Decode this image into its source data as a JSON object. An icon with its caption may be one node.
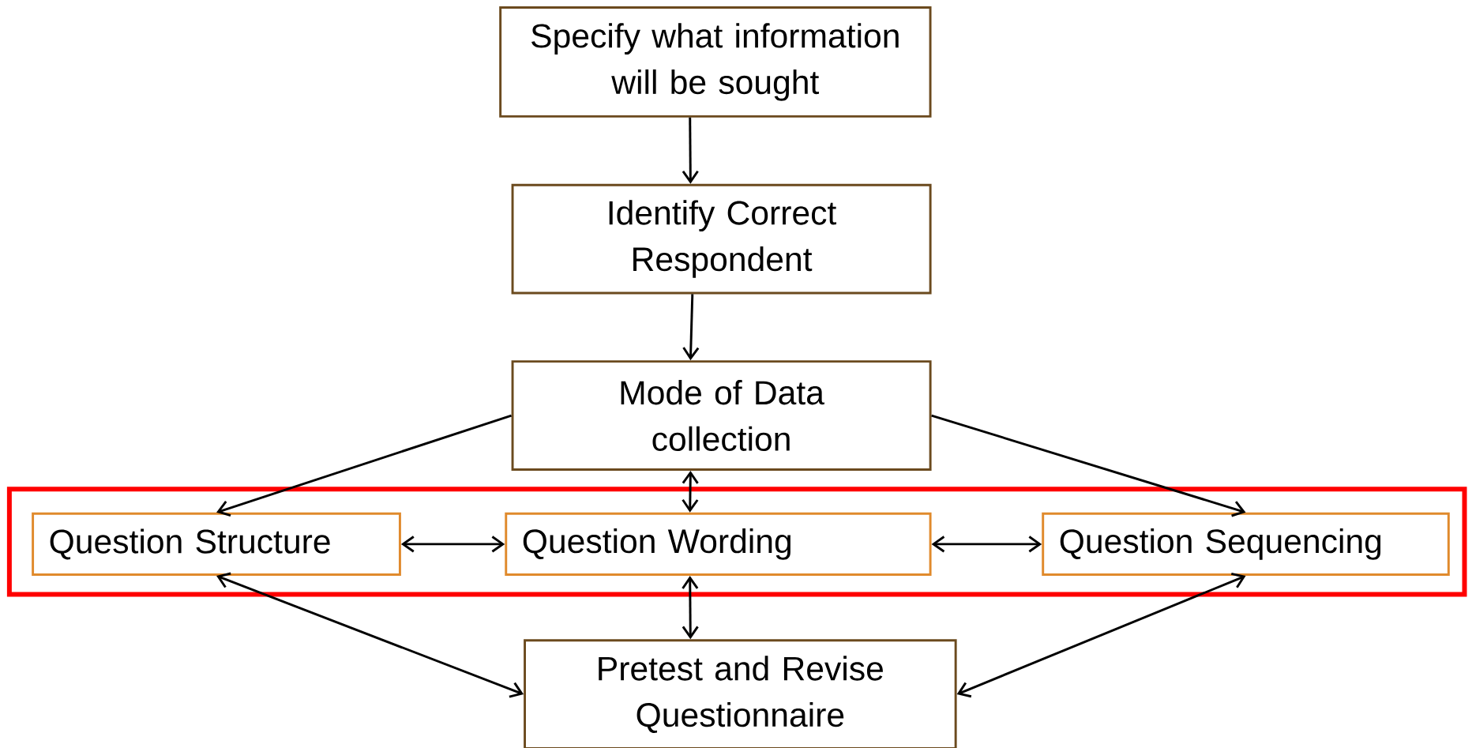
{
  "diagram": {
    "nodes": [
      {
        "text": [
          "Specify what information will be sought"
        ]
      },
      {
        "text": [
          "Identify  Correct Respondent"
        ]
      },
      {
        "text": [
          "Mode of Data collection"
        ]
      },
      {
        "text": [],
        "shape": "box"
      },
      {
        "text": [
          "Question Structure"
        ],
        "in": 3
      },
      {
        "text": [
          "Question Wording"
        ],
        "in": 3
      },
      {
        "text": [
          "Question Sequencing"
        ],
        "in": 3
      },
      {
        "text": [
          "Pretest and Revise Questionnaire"
        ]
      }
    ],
    "edges": [
      {
        "from": 0,
        "to": 1,
        "arrow": "to"
      },
      {
        "from": 1,
        "to": 2,
        "arrow": "to"
      },
      {
        "from": 2,
        "to": 4,
        "arrow": "to"
      },
      {
        "from": 2,
        "to": 6,
        "arrow": "to"
      },
      {
        "from": 2,
        "to": 5,
        "arrow": "both"
      },
      {
        "from": 4,
        "to": 5,
        "arrow": "both"
      },
      {
        "from": 5,
        "to": 6,
        "arrow": "both"
      },
      {
        "from": 5,
        "to": 7,
        "arrow": "both"
      },
      {
        "from": 4,
        "to": 7,
        "arrow": "both"
      },
      {
        "from": 6,
        "to": 7,
        "arrow": "both"
      }
    ]
  }
}
